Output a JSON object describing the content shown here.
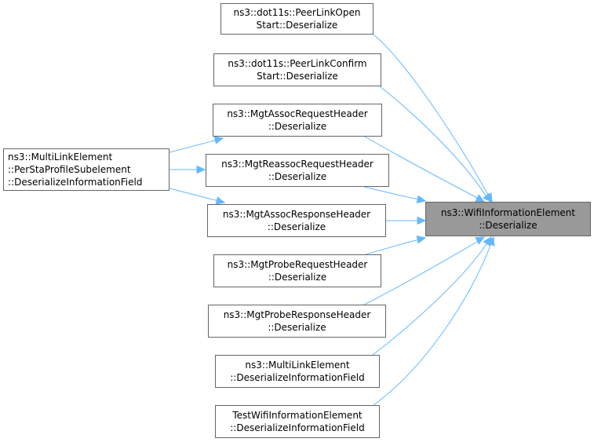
{
  "graph": {
    "target": {
      "id": "target",
      "lines": [
        "ns3::WifiInformationElement",
        "::Deserialize"
      ]
    },
    "callers": [
      {
        "id": "peer-link-open-start",
        "lines": [
          "ns3::dot11s::PeerLinkOpen",
          "Start::Deserialize"
        ]
      },
      {
        "id": "peer-link-confirm-start",
        "lines": [
          "ns3::dot11s::PeerLinkConfirm",
          "Start::Deserialize"
        ]
      },
      {
        "id": "mgt-assoc-request-header",
        "lines": [
          "ns3::MgtAssocRequestHeader",
          "::Deserialize"
        ]
      },
      {
        "id": "mgt-reassoc-request-header",
        "lines": [
          "ns3::MgtReassocRequestHeader",
          "::Deserialize"
        ]
      },
      {
        "id": "mgt-assoc-response-header",
        "lines": [
          "ns3::MgtAssocResponseHeader",
          "::Deserialize"
        ]
      },
      {
        "id": "mgt-probe-request-header",
        "lines": [
          "ns3::MgtProbeRequestHeader",
          "::Deserialize"
        ]
      },
      {
        "id": "mgt-probe-response-header",
        "lines": [
          "ns3::MgtProbeResponseHeader",
          "::Deserialize"
        ]
      },
      {
        "id": "multi-link-element-dif",
        "lines": [
          "ns3::MultiLinkElement",
          "::DeserializeInformationField"
        ]
      },
      {
        "id": "test-wifi-information-element",
        "lines": [
          "TestWifiInformationElement",
          "::DeserializeInformationField"
        ]
      }
    ],
    "second_level": [
      {
        "id": "per-sta-profile-subelement",
        "lines": [
          "ns3::MultiLinkElement",
          "::PerStaProfileSubelement",
          "::DeserializeInformationField"
        ]
      }
    ],
    "edges": [
      {
        "from": "peer-link-open-start",
        "to": "target"
      },
      {
        "from": "peer-link-confirm-start",
        "to": "target"
      },
      {
        "from": "mgt-assoc-request-header",
        "to": "target"
      },
      {
        "from": "mgt-reassoc-request-header",
        "to": "target"
      },
      {
        "from": "mgt-assoc-response-header",
        "to": "target"
      },
      {
        "from": "mgt-probe-request-header",
        "to": "target"
      },
      {
        "from": "mgt-probe-response-header",
        "to": "target"
      },
      {
        "from": "multi-link-element-dif",
        "to": "target"
      },
      {
        "from": "test-wifi-information-element",
        "to": "target"
      },
      {
        "from": "per-sta-profile-subelement",
        "to": "mgt-assoc-request-header"
      },
      {
        "from": "per-sta-profile-subelement",
        "to": "mgt-reassoc-request-header"
      },
      {
        "from": "per-sta-profile-subelement",
        "to": "mgt-assoc-response-header"
      }
    ],
    "colors": {
      "edge": "#63b8ff",
      "node_border": "#666666",
      "target_fill": "#999999",
      "node_fill": "#ffffff"
    }
  }
}
